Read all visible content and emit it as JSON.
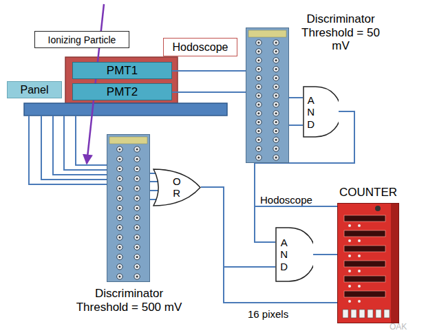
{
  "diagram": {
    "nodes": [
      {
        "text": [
          "Ionizing Particle"
        ]
      },
      {
        "text": [
          "Hodoscope"
        ]
      },
      {
        "text": [
          "Discriminator Threshold = 50 mV"
        ]
      },
      {
        "text": [
          "PMT1"
        ]
      },
      {
        "text": [
          "PMT2"
        ]
      },
      {
        "text": [
          "Panel"
        ]
      },
      {
        "text": [
          "A N D"
        ]
      },
      {
        "text": [
          "O R"
        ]
      },
      {
        "text": [
          "Discriminator Threshold = 500 mV"
        ]
      },
      {
        "text": [
          "A N D"
        ]
      },
      {
        "text": [
          "COUNTER"
        ]
      }
    ],
    "edges": [
      {
        "from": 3,
        "to": 2,
        "arrow": "none"
      },
      {
        "from": 4,
        "to": 2,
        "arrow": "none"
      },
      {
        "from": 2,
        "to": 6,
        "arrow": "none"
      },
      {
        "from": 2,
        "to": 6,
        "arrow": "none"
      },
      {
        "from": 6,
        "to": 9,
        "arrow": "none"
      },
      {
        "from": 6,
        "to": 10,
        "label": "Hodoscope",
        "arrow": "none"
      },
      {
        "from": 8,
        "to": 7,
        "arrow": "none"
      },
      {
        "from": 8,
        "to": 7,
        "arrow": "none"
      },
      {
        "from": 8,
        "to": 7,
        "arrow": "none"
      },
      {
        "from": 8,
        "to": 7,
        "arrow": "none"
      },
      {
        "from": 7,
        "to": 9,
        "arrow": "none"
      },
      {
        "from": 7,
        "to": 10,
        "label": "16 pixels",
        "arrow": "none"
      },
      {
        "from": 9,
        "to": 10,
        "arrow": "none"
      }
    ],
    "labels": [
      "OAK"
    ]
  }
}
